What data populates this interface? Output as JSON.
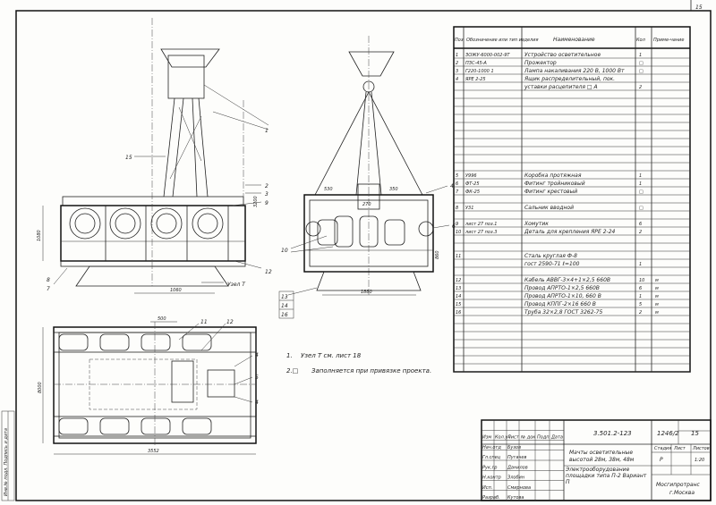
{
  "page_number": "15",
  "left_stamp": "Инв.№ подл. Подпись и дата",
  "table": {
    "headers": {
      "pos": "Поз",
      "designation": "Обозначение или тип изделия",
      "name": "Наименование",
      "qty": "Кол",
      "note": "Приме-чание"
    },
    "rows": [
      {
        "pos": "1",
        "des": "ЗОЖУ-6000-002-9Т",
        "name": "Устройство осветительное",
        "qty": "1",
        "note": ""
      },
      {
        "pos": "2",
        "des": "ПЗС-45-А",
        "name": "Прожектор",
        "qty": "□",
        "note": ""
      },
      {
        "pos": "3",
        "des": "Г220-1000 1",
        "name": "Лампа накаливания 220 В, 1000 Вт",
        "qty": "□",
        "note": ""
      },
      {
        "pos": "4",
        "des": "ЯРЕ 2-25",
        "name": "Ящик распределительный, пок.",
        "qty": "",
        "note": ""
      },
      {
        "pos": "",
        "des": "",
        "name": "уставки расцепителя □ А",
        "qty": "2",
        "note": ""
      },
      {
        "pos": "5",
        "des": "У996",
        "name": "Коробка протяжная",
        "qty": "1",
        "note": ""
      },
      {
        "pos": "6",
        "des": "ФТ-25",
        "name": "Фитинг тройниковый",
        "qty": "1",
        "note": ""
      },
      {
        "pos": "7",
        "des": "ФК-25",
        "name": "Фитинг крестовый",
        "qty": "□",
        "note": ""
      },
      {
        "pos": "8",
        "des": "У31",
        "name": "Сальник вводной",
        "qty": "□",
        "note": ""
      },
      {
        "pos": "9",
        "des": "лист 27 поз.1",
        "name": "Хомутик",
        "qty": "6",
        "note": ""
      },
      {
        "pos": "10",
        "des": "лист 27 поз.3",
        "name": "Деталь для крепления ЯРЕ 2-24",
        "qty": "2",
        "note": ""
      },
      {
        "pos": "11",
        "des": "",
        "name": "Сталь круглая Ф-8",
        "qty": "",
        "note": ""
      },
      {
        "pos": "",
        "des": "",
        "name": "гост 2590-71 ℓ=100",
        "qty": "1",
        "note": ""
      },
      {
        "pos": "12",
        "des": "",
        "name": "Кабель АВВГ-3×4+1×2,5 660В",
        "qty": "10",
        "note": "м"
      },
      {
        "pos": "13",
        "des": "",
        "name": "Провод АПРТО-1×2,5 660В",
        "qty": "6",
        "note": "м"
      },
      {
        "pos": "14",
        "des": "",
        "name": "Провод АПРТО-1×10, 660 В",
        "qty": "1",
        "note": "м"
      },
      {
        "pos": "15",
        "des": "",
        "name": "Провод КППГ-2×16 660 В",
        "qty": "5",
        "note": "м"
      },
      {
        "pos": "16",
        "des": "",
        "name": "Труба 32×2,8 ГОСТ 3262-75",
        "qty": "2",
        "note": "м"
      }
    ]
  },
  "notes": [
    {
      "num": "1.",
      "text": "Узел Т см. лист 18"
    },
    {
      "num": "2.□",
      "text": "Заполняется при привязке проекта."
    }
  ],
  "callouts": [
    "1",
    "2",
    "3",
    "4",
    "5",
    "6",
    "7",
    "8",
    "9",
    "10",
    "11",
    "12",
    "13",
    "14",
    "15",
    "16"
  ],
  "dims": {
    "front_width": "1060",
    "front_height": "3200",
    "front_side": "1080",
    "side_width": "1880",
    "side_530": "530",
    "side_270": "270",
    "side_350": "350",
    "side_860": "860",
    "plan_500": "500",
    "plan_width": "3552",
    "plan_height": "8000",
    "node_label": "Узел Т"
  },
  "title_block": {
    "code": "3.501.2-123",
    "sheet_code": "1246/2",
    "sheet_no": "15",
    "title1": "Мачты осветительные",
    "title2": "высотой 28м, 38м, 48м",
    "subtitle": "Электрооборудование площадки типа П-2 Вариант П",
    "stage_label": "Стадия",
    "sheet_label": "Лист",
    "sheets_label": "Листов",
    "stage": "Р",
    "sheet": "",
    "sheets": "",
    "scale": "1:20",
    "org1": "Мосгипротранс",
    "org2": "г.Москва",
    "staff": [
      {
        "role": "Нач.отд",
        "name": "Бузов"
      },
      {
        "role": "Гл.спец",
        "name": "Пугачев"
      },
      {
        "role": "Рук.гр",
        "name": "Данилов"
      },
      {
        "role": "Н.контр",
        "name": "Злобин"
      },
      {
        "role": "Исп.",
        "name": "Смирнова"
      },
      {
        "role": "Разраб.",
        "name": "Кутова"
      }
    ],
    "stamp_cols": [
      "Изм",
      "Кол.уч",
      "Лист",
      "№ док",
      "Подп.",
      "Дата"
    ]
  }
}
